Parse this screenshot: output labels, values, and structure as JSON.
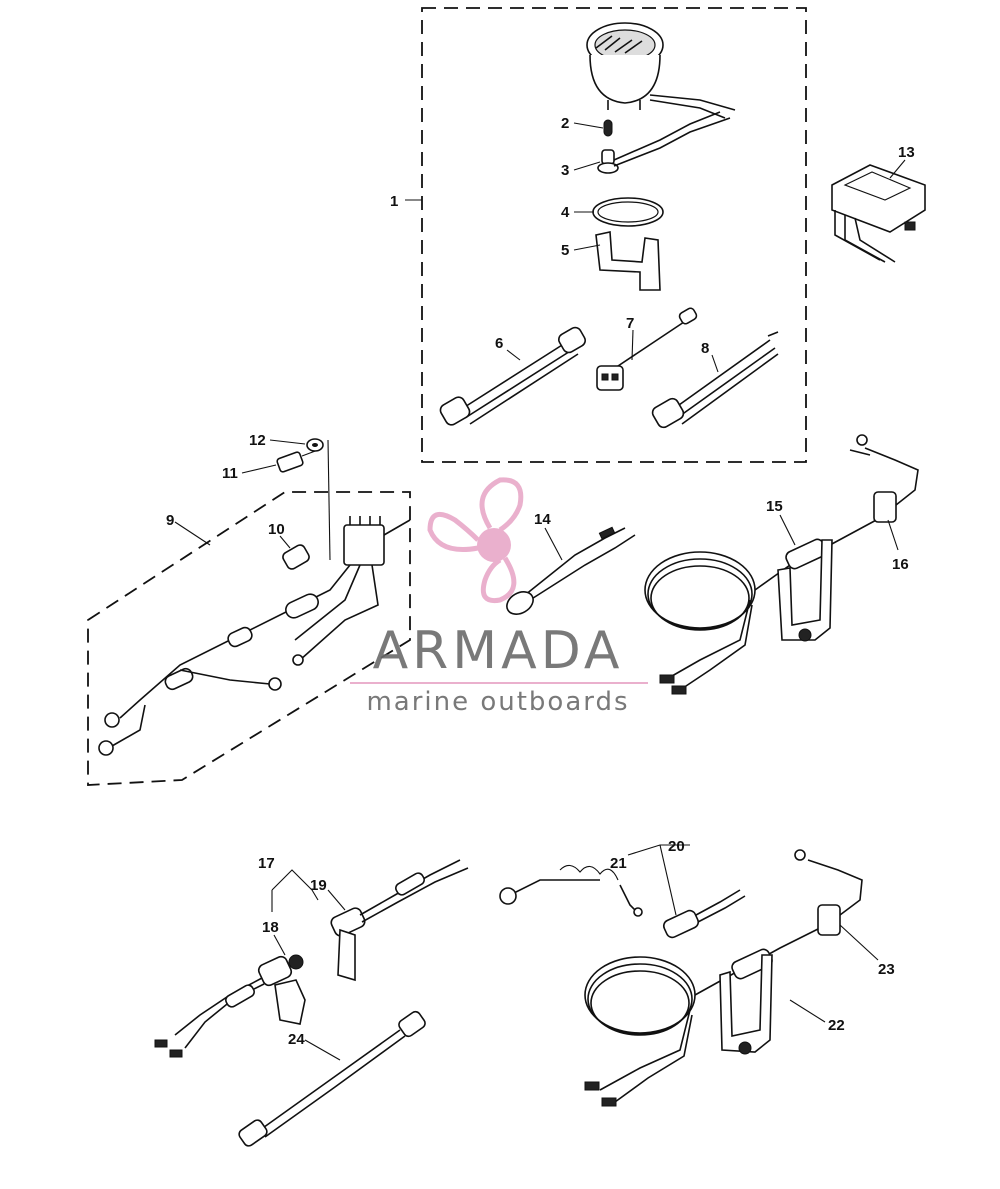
{
  "callouts": [
    "1",
    "2",
    "3",
    "4",
    "5",
    "6",
    "7",
    "8",
    "9",
    "10",
    "11",
    "12",
    "13",
    "14",
    "15",
    "16",
    "17",
    "18",
    "19",
    "20",
    "21",
    "22",
    "23",
    "24"
  ],
  "watermark": {
    "brand": "ARMADA",
    "tagline": "marine outboards",
    "logo_icon": "propeller-logo-icon",
    "logo_color": "#e8a8c8"
  }
}
